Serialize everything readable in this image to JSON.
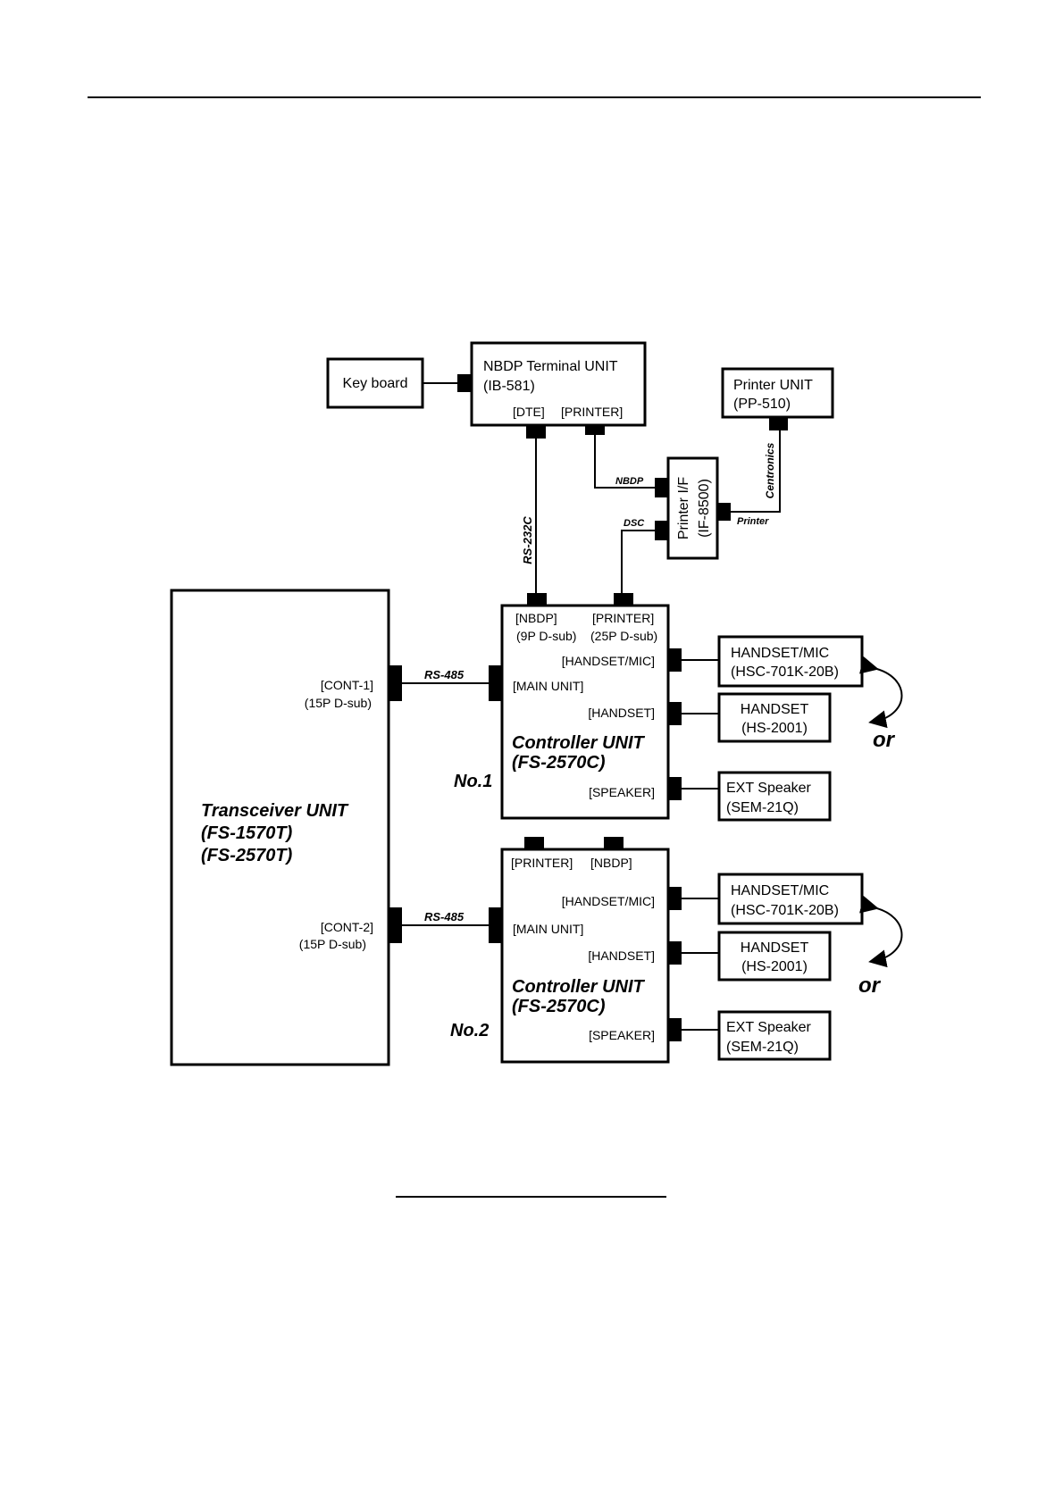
{
  "keyboard": {
    "label": "Key board"
  },
  "nbdp_terminal": {
    "line1": "NBDP Terminal UNIT",
    "line2": "(IB-581)",
    "port_dte": "[DTE]",
    "port_printer": "[PRINTER]"
  },
  "printer_unit": {
    "line1": "Printer UNIT",
    "line2": "(PP-510)"
  },
  "printer_if": {
    "line1": "Printer I/F",
    "line2": "(IF-8500)"
  },
  "wire_labels": {
    "nbdp": "NBDP",
    "dsc": "DSC",
    "printer": "Printer",
    "centronics": "Centronics",
    "rs232c": "RS-232C",
    "rs485_1": "RS-485",
    "rs485_2": "RS-485"
  },
  "transceiver": {
    "line1": "Transceiver UNIT",
    "line2": "(FS-1570T)",
    "line3": "(FS-2570T)",
    "cont1": "[CONT-1]",
    "cont1_type": "(15P D-sub)",
    "cont2": "[CONT-2]",
    "cont2_type": "(15P D-sub)"
  },
  "controller1": {
    "number": "No.1",
    "line1": "Controller UNIT",
    "line2": "(FS-2570C)",
    "port_nbdp": "[NBDP]",
    "port_nbdp_type": "(9P D-sub)",
    "port_printer": "[PRINTER]",
    "port_printer_type": "(25P D-sub)",
    "port_handset_mic": "[HANDSET/MIC]",
    "port_main_unit": "[MAIN UNIT]",
    "port_handset": "[HANDSET]",
    "port_speaker": "[SPEAKER]"
  },
  "controller2": {
    "number": "No.2",
    "line1": "Controller UNIT",
    "line2": "(FS-2570C)",
    "port_printer": "[PRINTER]",
    "port_nbdp": "[NBDP]",
    "port_handset_mic": "[HANDSET/MIC]",
    "port_main_unit": "[MAIN UNIT]",
    "port_handset": "[HANDSET]",
    "port_speaker": "[SPEAKER]"
  },
  "peripherals1": {
    "handset_mic_line1": "HANDSET/MIC",
    "handset_mic_line2": "(HSC-701K-20B)",
    "handset_line1": "HANDSET",
    "handset_line2": "(HS-2001)",
    "speaker_line1": "EXT Speaker",
    "speaker_line2": "(SEM-21Q)",
    "or": "or"
  },
  "peripherals2": {
    "handset_mic_line1": "HANDSET/MIC",
    "handset_mic_line2": "(HSC-701K-20B)",
    "handset_line1": "HANDSET",
    "handset_line2": "(HS-2001)",
    "speaker_line1": "EXT Speaker",
    "speaker_line2": "(SEM-21Q)",
    "or": "or"
  }
}
